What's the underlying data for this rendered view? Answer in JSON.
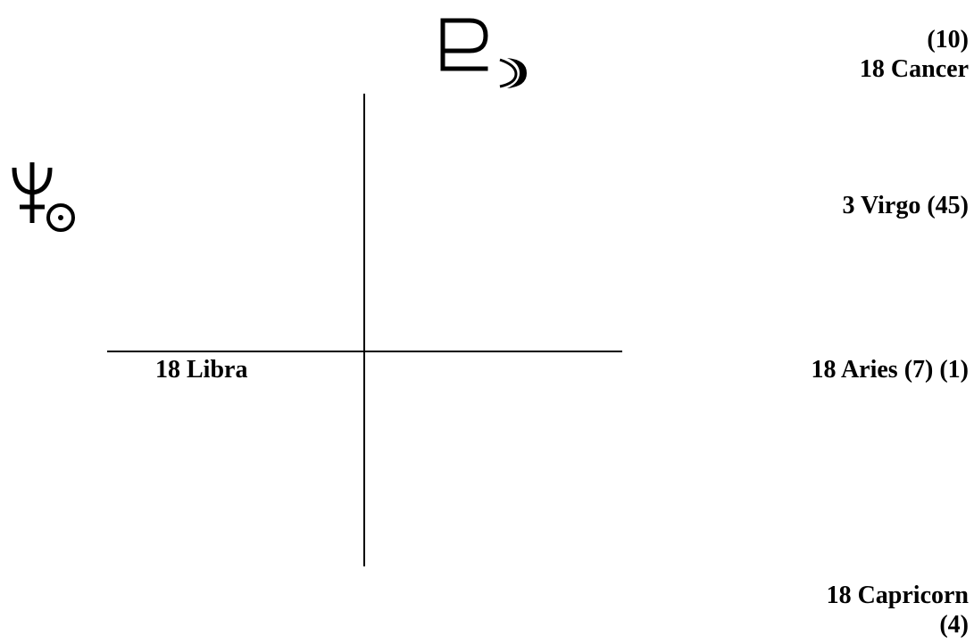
{
  "labels": {
    "top_right": [
      "(10)",
      "18 Cancer"
    ],
    "middle_right": "3 Virgo (45)",
    "center_right": "18 Aries (7) (1)",
    "bottom_right": [
      "18 Capricorn",
      "(4)"
    ],
    "left_axis": "18 Libra"
  },
  "glyphs": {
    "pluto_moon": "pluto-moon-glyph",
    "neptune_sun": "neptune-sun-glyph"
  }
}
